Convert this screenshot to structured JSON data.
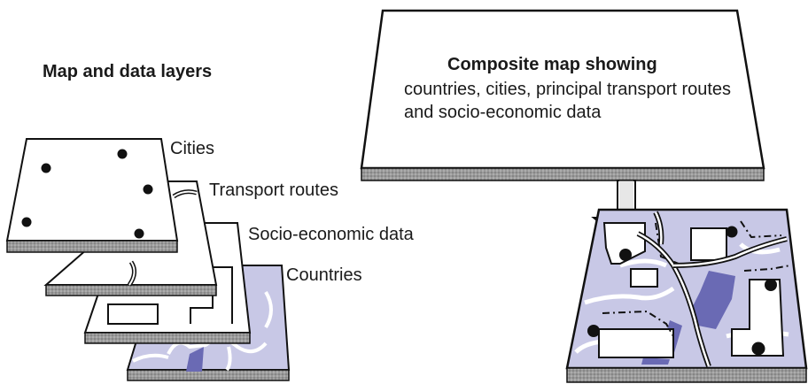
{
  "left_title": "Map and data layers",
  "layers": {
    "cities": "Cities",
    "transport": "Transport routes",
    "socio": "Socio-economic data",
    "countries": "Countries"
  },
  "composite": {
    "title": "Composite map showing",
    "description": "countries, cities, principal transport routes and socio-economic data"
  },
  "colors": {
    "country_fill": "#c8c8e6",
    "country_dark": "#6a6ab4",
    "edge_grey": "#8a8a8a",
    "ink": "#111111"
  }
}
